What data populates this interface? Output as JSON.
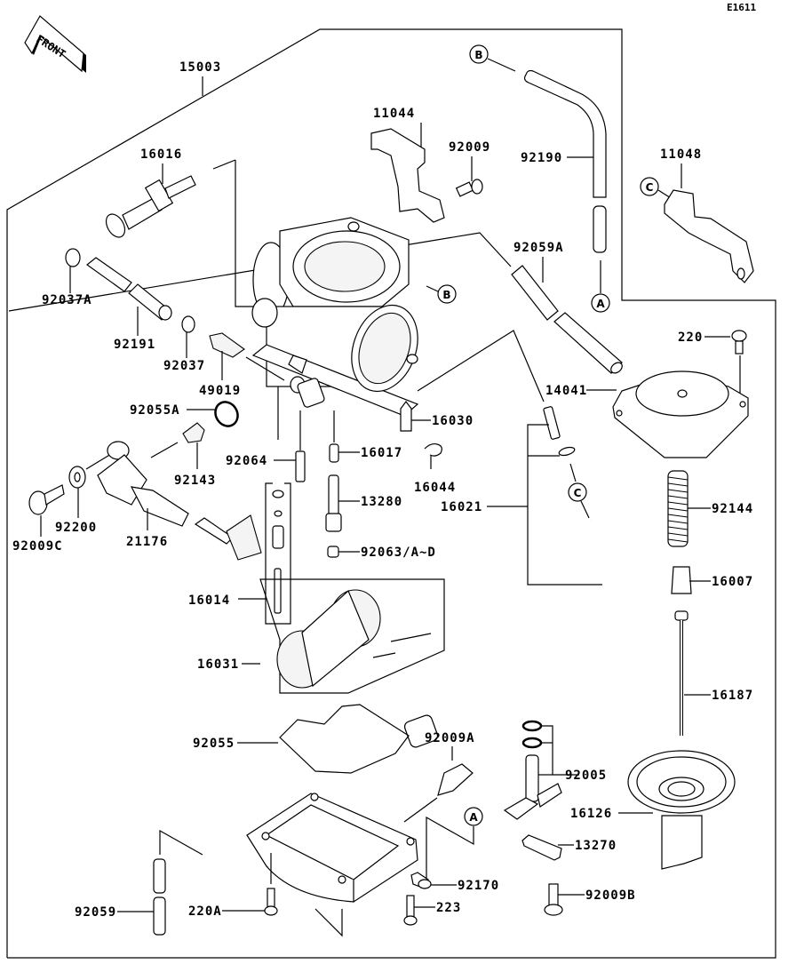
{
  "diagram": {
    "code": "E1611",
    "front_label": "FRONT",
    "assembly_label": "15003",
    "refs": {
      "a": "A",
      "b": "B",
      "c": "C"
    },
    "parts": {
      "p15003": "15003",
      "p16016": "16016",
      "p11044": "11044",
      "p92009": "92009",
      "p92190": "92190",
      "p11048": "11048",
      "p92059A": "92059A",
      "p92037A": "92037A",
      "p92191": "92191",
      "p92037": "92037",
      "p49019": "49019",
      "p92055A": "92055A",
      "p92143": "92143",
      "p92064": "92064",
      "p16017": "16017",
      "p16030": "16030",
      "p16044": "16044",
      "p16021": "16021",
      "p13280": "13280",
      "p92063": "92063/A~D",
      "p92009C": "92009C",
      "p92200": "92200",
      "p21176": "21176",
      "p16014": "16014",
      "p16031": "16031",
      "p220": "220",
      "p14041": "14041",
      "p92144": "92144",
      "p16007": "16007",
      "p16187": "16187",
      "p92055": "92055",
      "p92009A": "92009A",
      "p92005": "92005",
      "p16126": "16126",
      "p13270": "13270",
      "p92170": "92170",
      "p220A": "220A",
      "p223": "223",
      "p92009B": "92009B",
      "p92059": "92059"
    }
  }
}
